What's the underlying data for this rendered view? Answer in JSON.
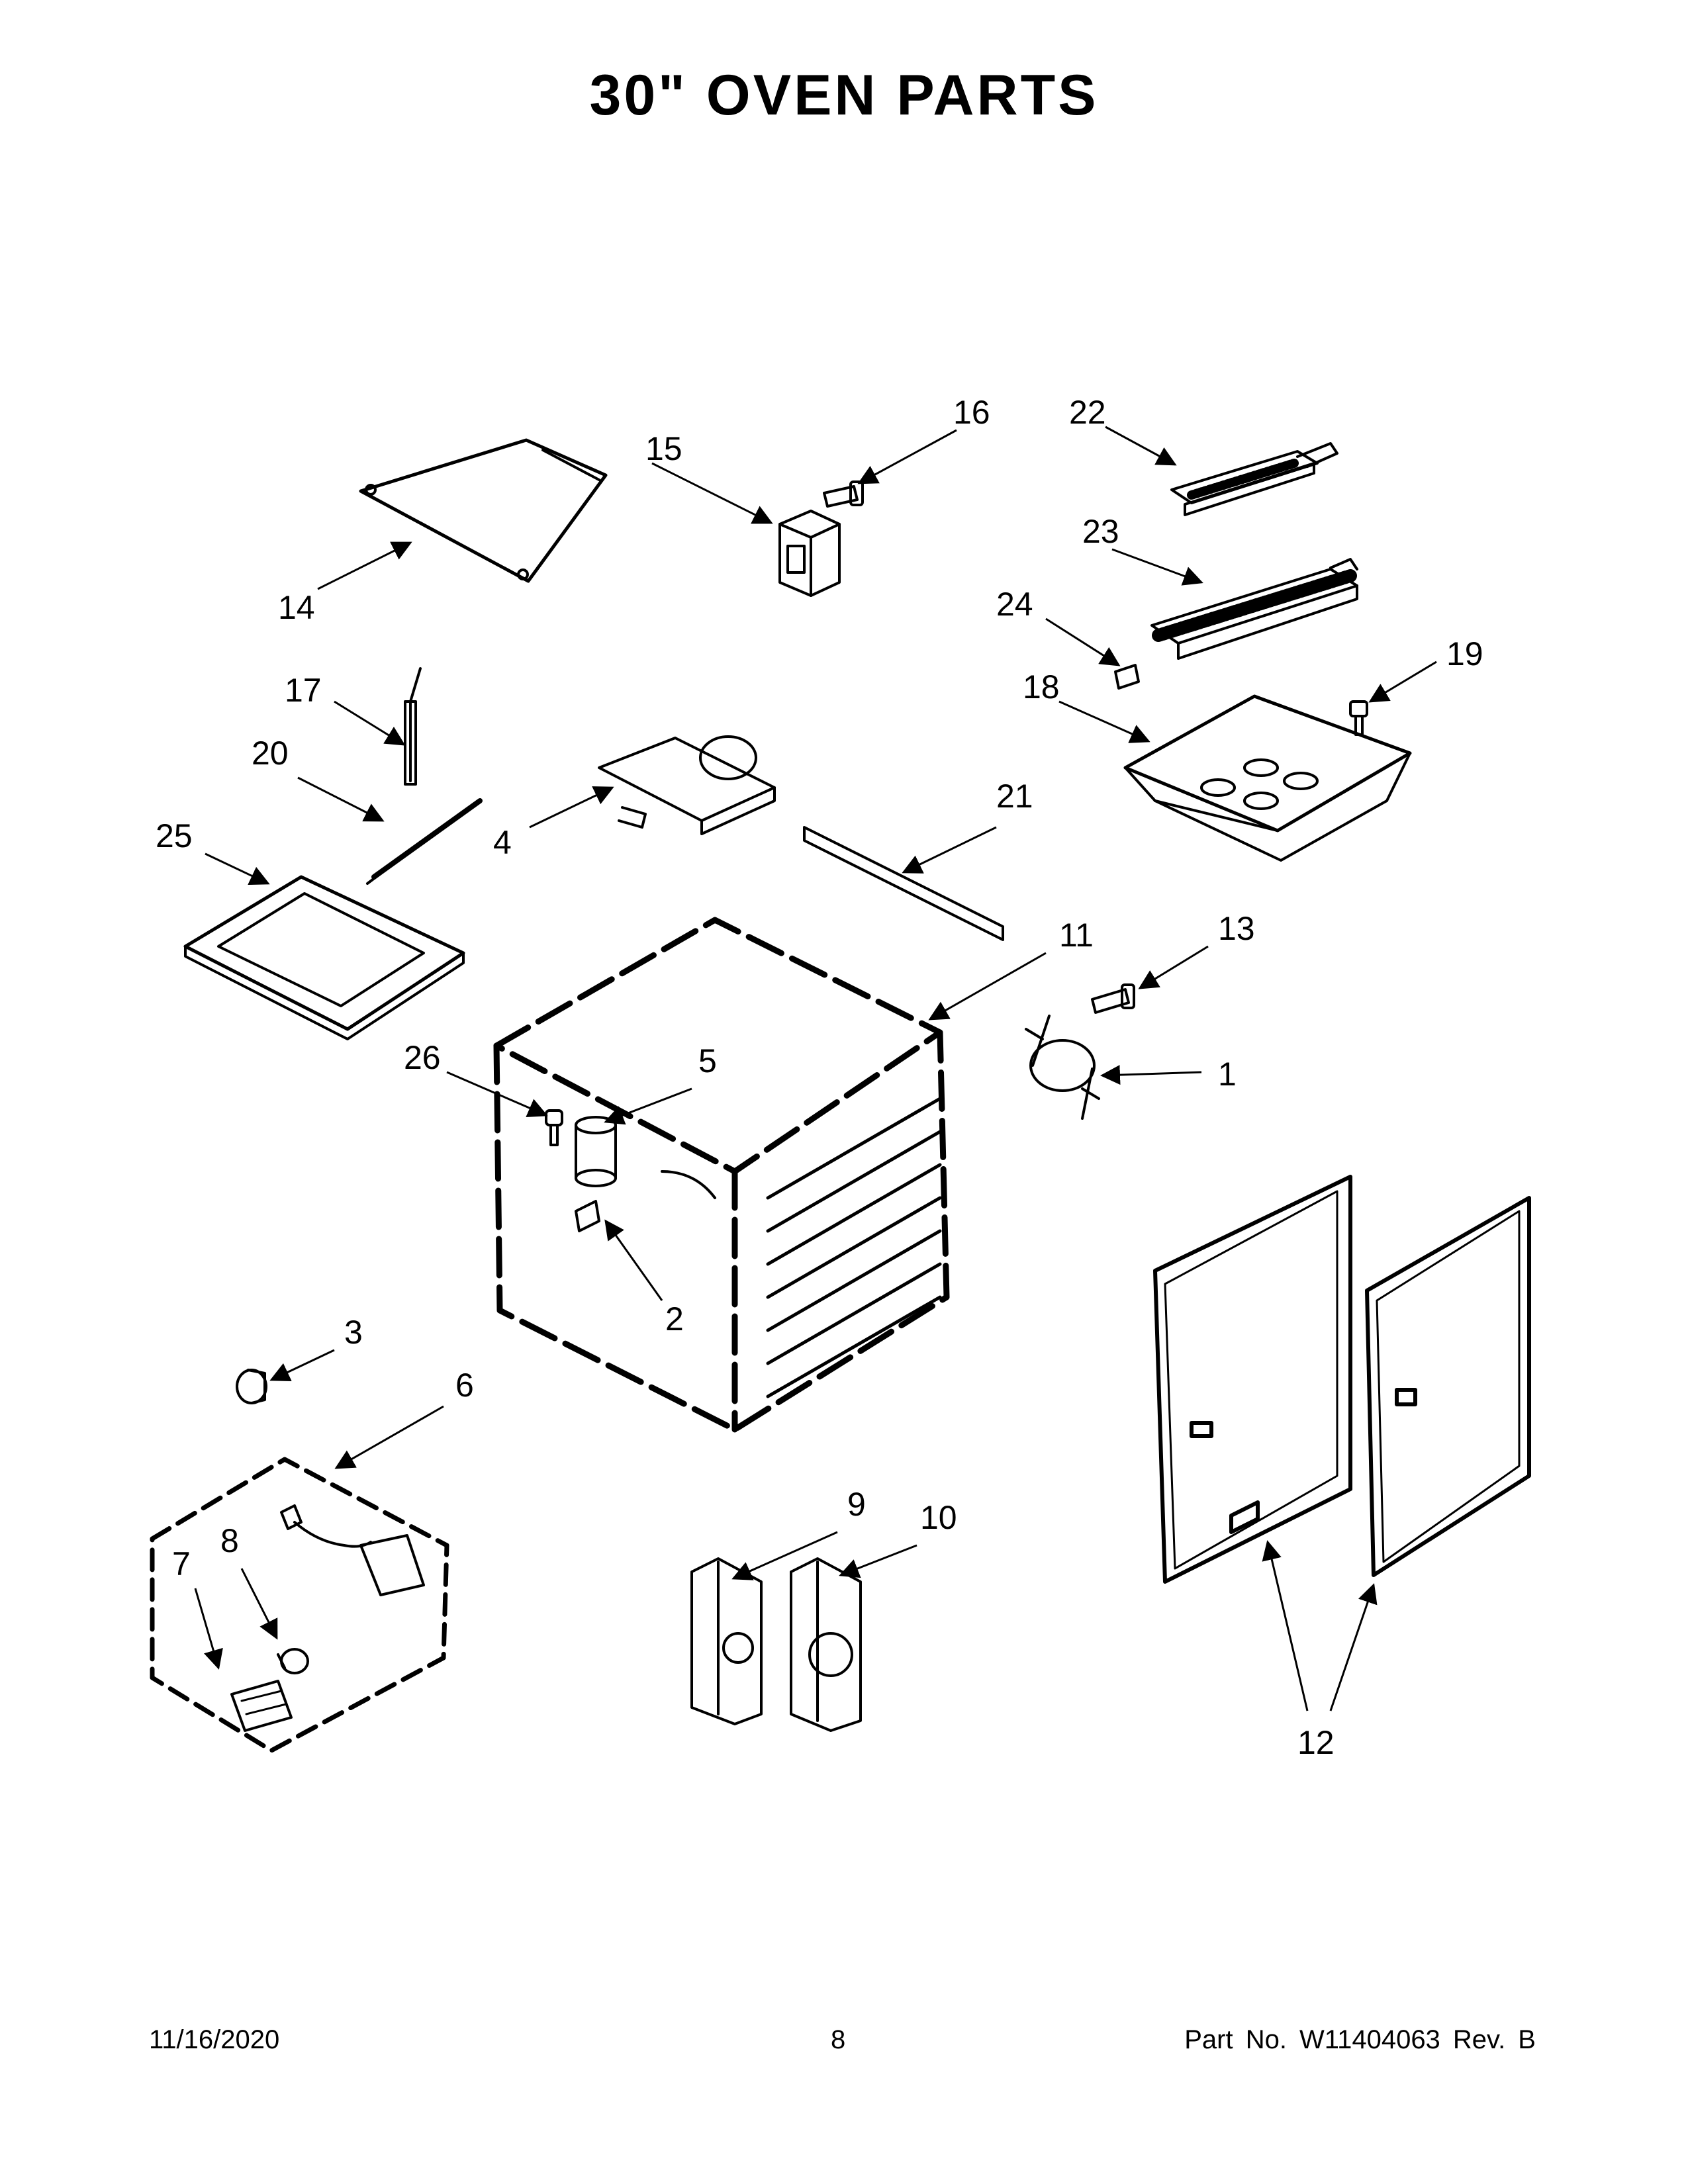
{
  "title": "30\" OVEN PARTS",
  "callouts": {
    "c1": "1",
    "c2": "2",
    "c3": "3",
    "c4": "4",
    "c5": "5",
    "c6": "6",
    "c7": "7",
    "c8": "8",
    "c9": "9",
    "c10": "10",
    "c11": "11",
    "c12": "12",
    "c13": "13",
    "c14": "14",
    "c15": "15",
    "c16": "16",
    "c17": "17",
    "c18": "18",
    "c19": "19",
    "c20": "20",
    "c21": "21",
    "c22": "22",
    "c23": "23",
    "c24": "24",
    "c25": "25",
    "c26": "26"
  },
  "footer": {
    "date": "11/16/2020",
    "page": "8",
    "part": "Part No.  W11404063  Rev.  B"
  }
}
